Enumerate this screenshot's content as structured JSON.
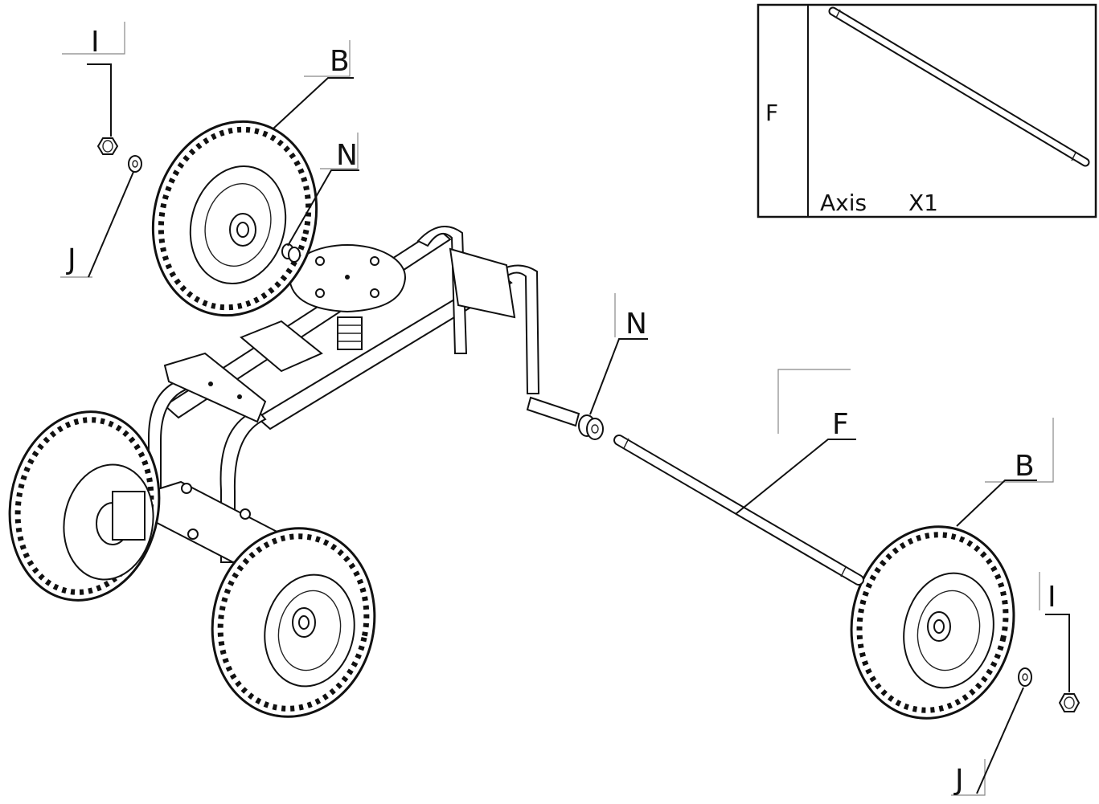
{
  "labels": {
    "i_top": "I",
    "b_top": "B",
    "n_top": "N",
    "j_top": "J",
    "n_mid": "N",
    "f_mid": "F",
    "b_right": "B",
    "i_right": "I",
    "j_bottom": "J"
  },
  "inset": {
    "part_letter": "F",
    "part_name": "Axis",
    "quantity": "X1"
  }
}
